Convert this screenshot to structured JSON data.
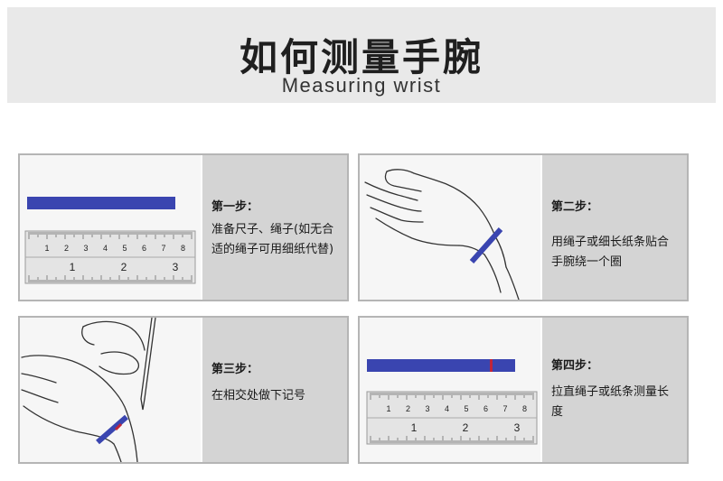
{
  "header": {
    "title_cn": "如何测量手腕",
    "title_en": "Measuring wrist"
  },
  "steps": [
    {
      "title": "第一步：",
      "desc": "准备尺子、绳子(如无合适的绳子可用细纸代替)"
    },
    {
      "title": "第二步：",
      "desc": "用绳子或细长纸条贴合手腕绕一个圈"
    },
    {
      "title": "第三步：",
      "desc": "在相交处做下记号"
    },
    {
      "title": "第四步：",
      "desc": "拉直绳子或纸条测量长度"
    }
  ],
  "ruler": {
    "inch_labels": [
      "1",
      "2",
      "3",
      "4",
      "5",
      "6",
      "7",
      "8"
    ],
    "cm_labels": [
      "1",
      "2",
      "3"
    ]
  },
  "colors": {
    "strip": "#3a45b0",
    "mark": "#c0253a",
    "side_bg": "#d4d4d4",
    "header_bg": "#e9e9e9"
  }
}
